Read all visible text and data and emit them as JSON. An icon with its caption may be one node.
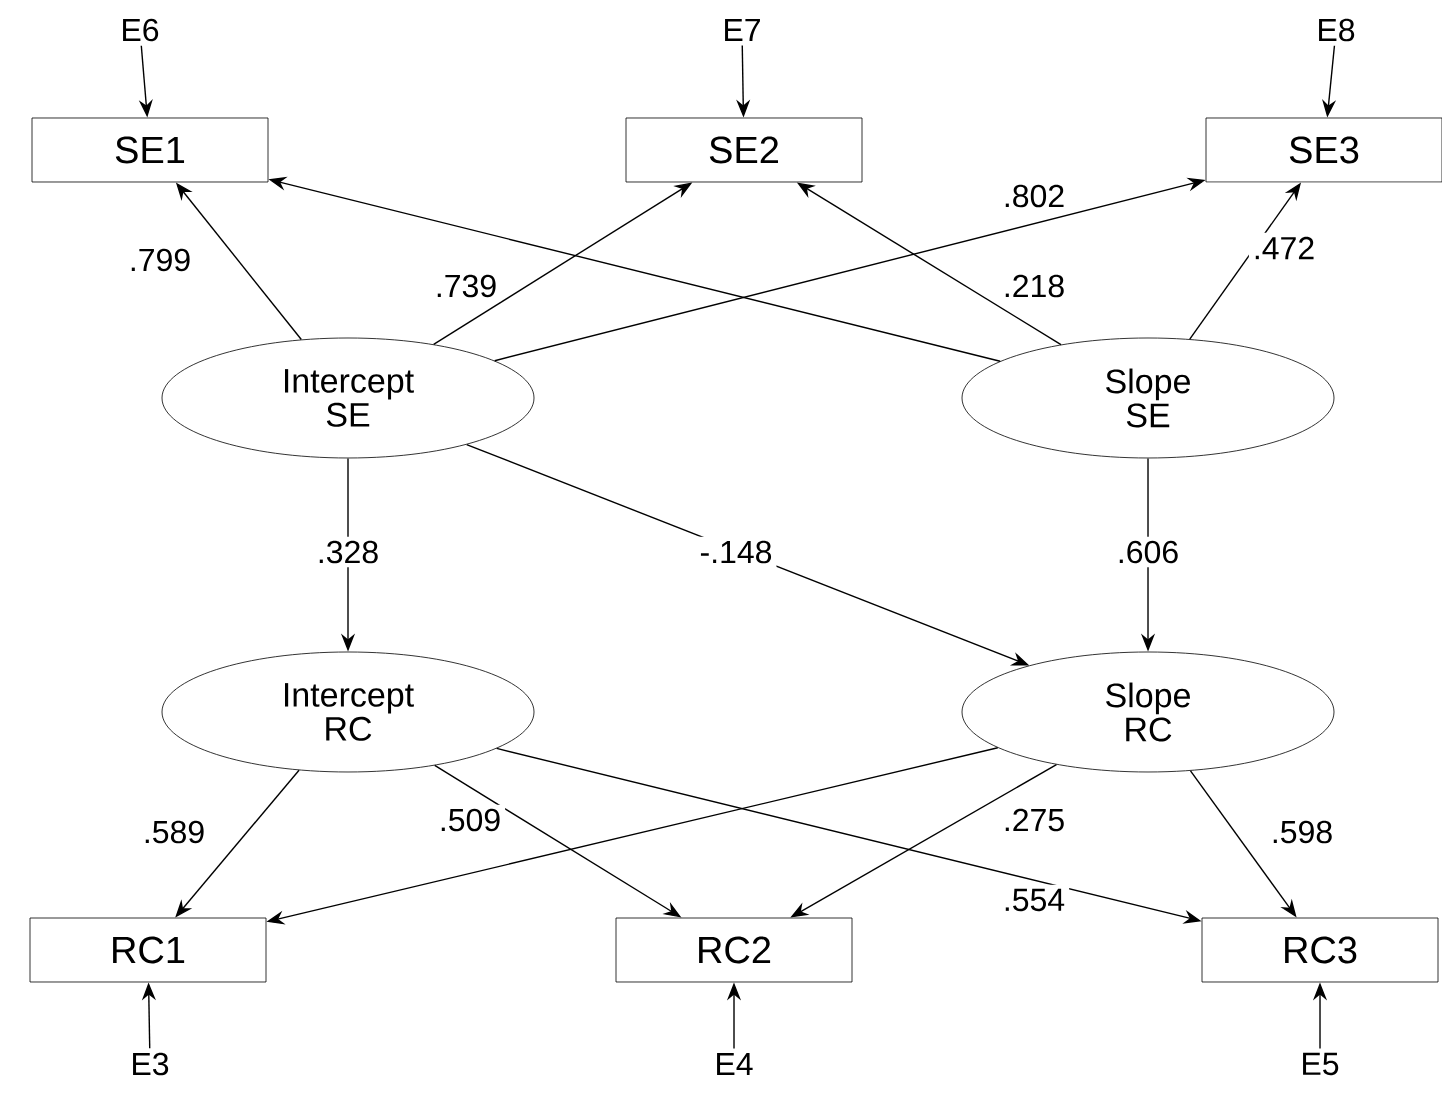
{
  "diagram": {
    "nodes": [
      {
        "text": [
          "E6"
        ]
      },
      {
        "text": [
          "E7"
        ]
      },
      {
        "text": [
          "E8"
        ]
      },
      {
        "text": [
          "SE1"
        ]
      },
      {
        "text": [
          "SE2"
        ]
      },
      {
        "text": [
          "SE3"
        ]
      },
      {
        "text": [
          "Intercept SE"
        ]
      },
      {
        "text": [
          "Slope SE"
        ]
      },
      {
        "text": [
          "Intercept RC"
        ]
      },
      {
        "text": [
          "Slope RC"
        ]
      },
      {
        "text": [
          "RC1"
        ]
      },
      {
        "text": [
          "RC2"
        ]
      },
      {
        "text": [
          "RC3"
        ]
      },
      {
        "text": [
          "E3"
        ]
      },
      {
        "text": [
          "E4"
        ]
      },
      {
        "text": [
          "E5"
        ]
      }
    ],
    "edges": [
      {
        "from": 0,
        "to": 3,
        "arrow": "to"
      },
      {
        "from": 1,
        "to": 4,
        "arrow": "to"
      },
      {
        "from": 2,
        "to": 5,
        "arrow": "to"
      },
      {
        "from": 6,
        "to": 3,
        "arrow": "to",
        "label": ".799"
      },
      {
        "from": 6,
        "to": 4,
        "arrow": "to",
        "label": ".739"
      },
      {
        "from": 6,
        "to": 5,
        "arrow": "to",
        "label": ".802"
      },
      {
        "from": 7,
        "to": 3,
        "arrow": "to"
      },
      {
        "from": 7,
        "to": 4,
        "arrow": "to",
        "label": ".218"
      },
      {
        "from": 7,
        "to": 5,
        "arrow": "to",
        "label": ".472"
      },
      {
        "from": 6,
        "to": 8,
        "arrow": "to",
        "label": ".328"
      },
      {
        "from": 6,
        "to": 9,
        "arrow": "to",
        "label": "-.148"
      },
      {
        "from": 7,
        "to": 9,
        "arrow": "to",
        "label": ".606"
      },
      {
        "from": 8,
        "to": 10,
        "arrow": "to",
        "label": ".589"
      },
      {
        "from": 8,
        "to": 11,
        "arrow": "to",
        "label": ".509"
      },
      {
        "from": 8,
        "to": 12,
        "arrow": "to",
        "label": ".554"
      },
      {
        "from": 9,
        "to": 10,
        "arrow": "to"
      },
      {
        "from": 9,
        "to": 11,
        "arrow": "to",
        "label": ".275"
      },
      {
        "from": 9,
        "to": 12,
        "arrow": "to",
        "label": ".598"
      },
      {
        "from": 13,
        "to": 10,
        "arrow": "to"
      },
      {
        "from": 14,
        "to": 11,
        "arrow": "to"
      },
      {
        "from": 15,
        "to": 12,
        "arrow": "to"
      }
    ]
  }
}
